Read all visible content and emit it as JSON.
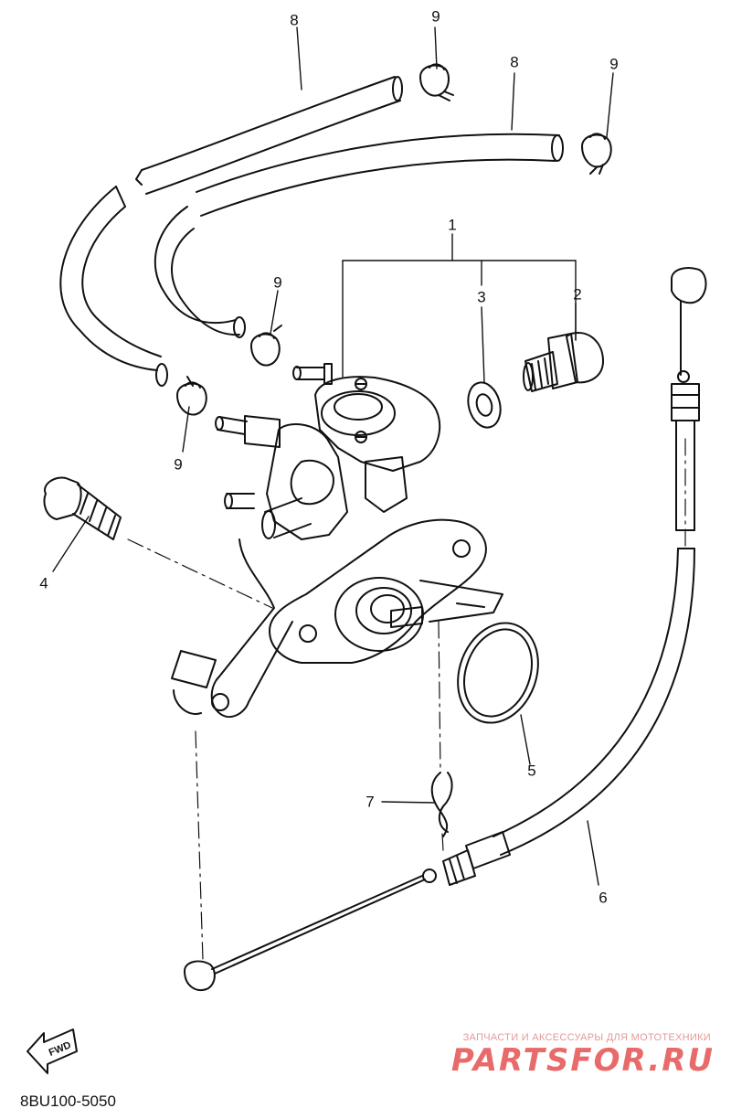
{
  "diagram": {
    "figure_code": "8BU100-5050",
    "callouts": {
      "hose_left": "8",
      "hose_right": "8",
      "clamp_top_left": "9",
      "clamp_top_right": "9",
      "clamp_mid": "9",
      "clamp_low": "9",
      "pump_assy": "1",
      "bolt_2": "2",
      "washer_3": "3",
      "bolt_4": "4",
      "oring_5": "5",
      "cable_6": "6",
      "clip_7": "7"
    },
    "fwd_label": "FWD",
    "watermark": {
      "caption": "ЗАПЧАСТИ И АКСЕССУАРЫ ДЛЯ МОТОТЕХНИКИ",
      "brand": "PARTSFOR.RU"
    },
    "colors": {
      "line": "#111111",
      "watermark": "#e86a6a"
    }
  }
}
